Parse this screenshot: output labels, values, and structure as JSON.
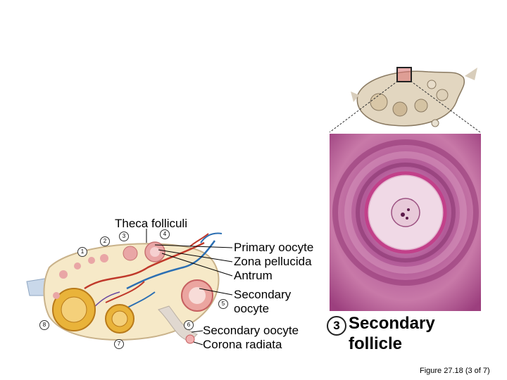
{
  "labels": {
    "theca_folliculi": "Theca folliculi",
    "primary_oocyte": "Primary oocyte",
    "zona_pellucida": "Zona pellucida",
    "antrum": "Antrum",
    "secondary_oocyte_line1": "Secondary",
    "secondary_oocyte_line2": "oocyte",
    "secondary_oocyte_2": "Secondary oocyte",
    "corona_radiata": "Corona radiata"
  },
  "numbers": [
    "1",
    "2",
    "3",
    "4",
    "5",
    "6",
    "7",
    "8"
  ],
  "stage": {
    "number": "3",
    "title_line1": "Secondary",
    "title_line2": "follicle"
  },
  "caption": "Figure 27.18 (3 of 7)",
  "colors": {
    "ovary_fill": "#f6e9c8",
    "follicle_pink": "#e9a6a6",
    "corpus_yellow": "#e9b33a",
    "vessel_red": "#c0392b",
    "vessel_blue": "#2b6fb3",
    "micrograph_purple": "#b8639e"
  }
}
